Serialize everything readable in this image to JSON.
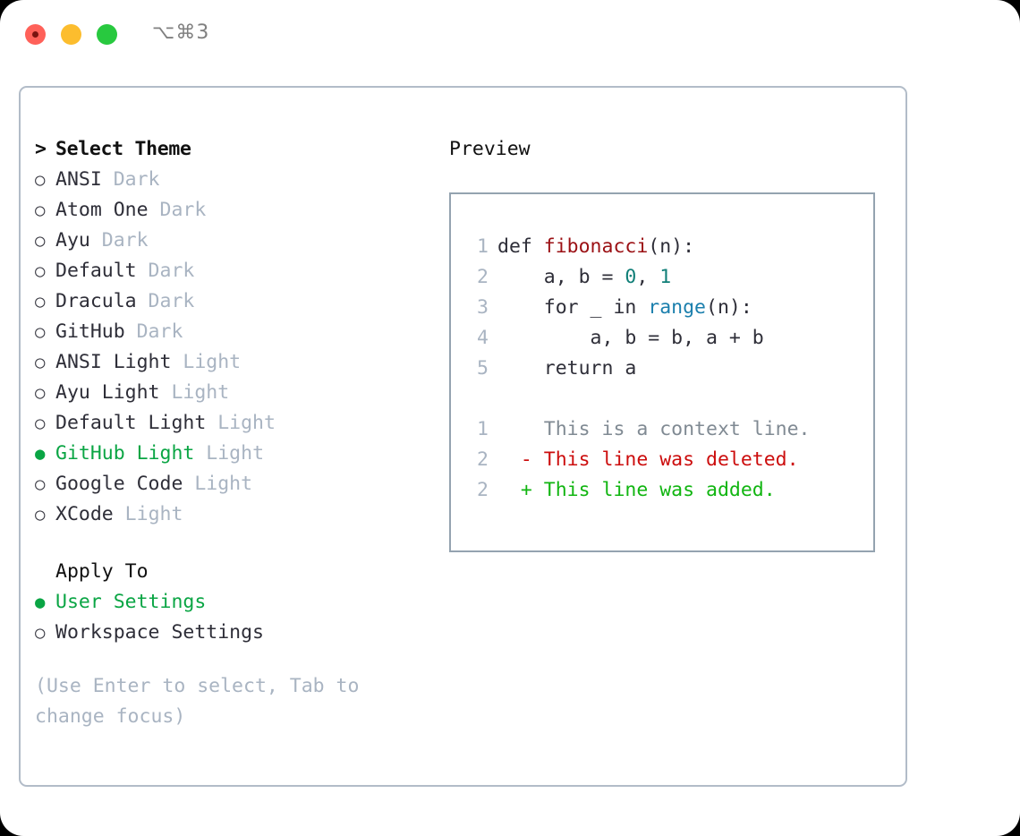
{
  "titlebar": {
    "shortcut": "⌥⌘3",
    "traffic_lights": [
      "close",
      "minimize",
      "maximize"
    ]
  },
  "left_panel": {
    "header": "Select Theme",
    "prompt": ">",
    "bullet_selected": "●",
    "bullet_unselected": "○",
    "themes": [
      {
        "name": "ANSI",
        "badge": "Dark",
        "selected": false
      },
      {
        "name": "Atom One",
        "badge": "Dark",
        "selected": false
      },
      {
        "name": "Ayu",
        "badge": "Dark",
        "selected": false
      },
      {
        "name": "Default",
        "badge": "Dark",
        "selected": false
      },
      {
        "name": "Dracula",
        "badge": "Dark",
        "selected": false
      },
      {
        "name": "GitHub",
        "badge": "Dark",
        "selected": false
      },
      {
        "name": "ANSI Light",
        "badge": "Light",
        "selected": false
      },
      {
        "name": "Ayu Light",
        "badge": "Light",
        "selected": false
      },
      {
        "name": "Default Light",
        "badge": "Light",
        "selected": false
      },
      {
        "name": "GitHub Light",
        "badge": "Light",
        "selected": true
      },
      {
        "name": "Google Code",
        "badge": "Light",
        "selected": false
      },
      {
        "name": "XCode",
        "badge": "Light",
        "selected": false
      }
    ],
    "apply_to": {
      "header": "Apply To",
      "options": [
        {
          "name": "User Settings",
          "selected": true
        },
        {
          "name": "Workspace Settings",
          "selected": false
        }
      ]
    },
    "hint": "(Use Enter to select, Tab to change focus)"
  },
  "right_panel": {
    "label": "Preview",
    "code": [
      {
        "num": "1",
        "tokens": [
          {
            "t": "def ",
            "c": "plain"
          },
          {
            "t": "fibonacci",
            "c": "fn"
          },
          {
            "t": "(n):",
            "c": "plain"
          }
        ]
      },
      {
        "num": "2",
        "tokens": [
          {
            "t": "    a, b = ",
            "c": "plain"
          },
          {
            "t": "0",
            "c": "num"
          },
          {
            "t": ", ",
            "c": "plain"
          },
          {
            "t": "1",
            "c": "num"
          }
        ]
      },
      {
        "num": "3",
        "tokens": [
          {
            "t": "    for _ in ",
            "c": "plain"
          },
          {
            "t": "range",
            "c": "call"
          },
          {
            "t": "(n):",
            "c": "plain"
          }
        ]
      },
      {
        "num": "4",
        "tokens": [
          {
            "t": "        a, b = b, a + b",
            "c": "plain"
          }
        ]
      },
      {
        "num": "5",
        "tokens": [
          {
            "t": "    return a",
            "c": "plain"
          }
        ]
      }
    ],
    "diff": [
      {
        "num": "1",
        "marker": " ",
        "text": " This is a context line.",
        "kind": "ctx"
      },
      {
        "num": "2",
        "marker": "-",
        "text": " This line was deleted.",
        "kind": "del"
      },
      {
        "num": "2",
        "marker": "+",
        "text": " This line was added.",
        "kind": "add"
      }
    ]
  },
  "colors": {
    "accent_green": "#0aa544",
    "muted": "#a9b4c2",
    "text": "#2e2e38",
    "border": "#b2bcc8",
    "preview_border": "#94a3b0",
    "syntax_function": "#9b1014",
    "syntax_number": "#117f78",
    "syntax_call": "#1b7fad",
    "diff_delete": "#cc0d0d",
    "diff_add": "#11b511",
    "diff_context": "#808a93"
  }
}
